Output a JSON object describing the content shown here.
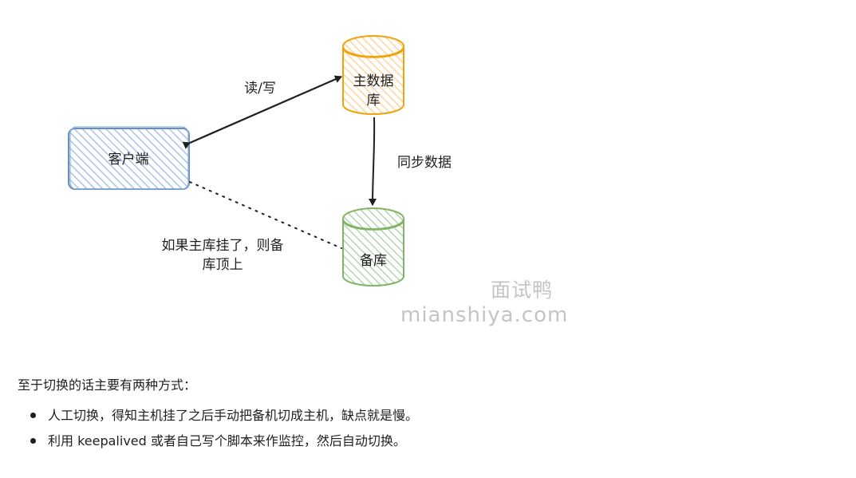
{
  "diagram": {
    "client_label": "客户端",
    "primary_db_label_line1": "主数据",
    "primary_db_label_line2": "库",
    "backup_db_label": "备库",
    "edge_read_write": "读/写",
    "edge_sync": "同步数据",
    "failover_note_line1": "如果主库挂了，则备",
    "failover_note_line2": "库顶上",
    "colors": {
      "client_fill": "#dae8fc",
      "client_stroke": "#6c8ebf",
      "primary_fill": "#ffe6cc",
      "primary_stroke": "#f0a30a",
      "backup_fill": "#d5e8d4",
      "backup_stroke": "#82b366",
      "arrow": "#1f1f1f"
    }
  },
  "watermark": {
    "cn": "面试鸭",
    "en": "mianshiya.com"
  },
  "text": {
    "intro": "至于切换的话主要有两种方式：",
    "bullets": [
      "人工切换，得知主机挂了之后手动把备机切成主机，缺点就是慢。",
      "利用 keepalived 或者自己写个脚本来作监控，然后自动切换。"
    ]
  }
}
